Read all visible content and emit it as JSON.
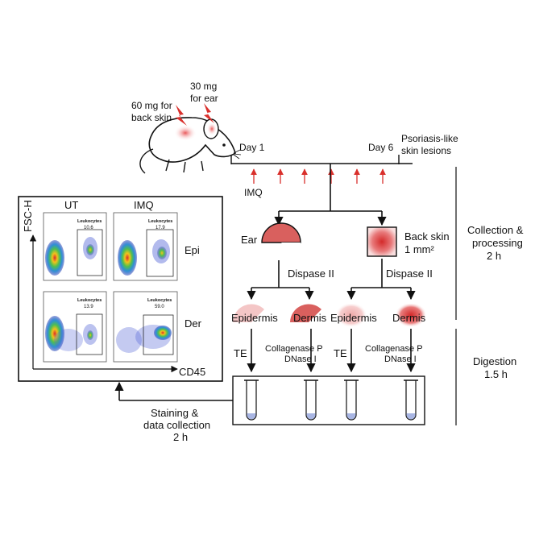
{
  "dosing": {
    "back_label_1": "60 mg for",
    "back_label_2": "back skin",
    "ear_label_1": "30 mg",
    "ear_label_2": "for ear"
  },
  "timeline": {
    "day_start": "Day 1",
    "day_end": "Day 6",
    "drug": "IMQ",
    "outcome_1": "Psoriasis-like",
    "outcome_2": "skin lesions",
    "arrow_color": "#d9302c"
  },
  "tissues": {
    "ear": "Ear",
    "back_skin": "Back skin",
    "back_skin_area": "1 mm²",
    "dispase_left": "Dispase II",
    "dispase_right": "Dispase II",
    "epidermis": "Epidermis",
    "dermis": "Dermis"
  },
  "reagents": {
    "te": "TE",
    "collagenase_1": "Collagenase P",
    "collagenase_2": "DNase I"
  },
  "phases": {
    "collection_1": "Collection &",
    "collection_2": "processing",
    "collection_time": "2 h",
    "digestion_1": "Digestion",
    "digestion_time": "1.5 h",
    "staining_1": "Staining &",
    "staining_2": "data collection",
    "staining_time": "2 h"
  },
  "flow": {
    "col_ut": "UT",
    "col_imq": "IMQ",
    "row_epi": "Epi",
    "row_der": "Der",
    "y_axis": "FSC-H",
    "x_axis": "CD45",
    "gate_label": "Leukocytes",
    "values": {
      "epi_ut": "10.6",
      "epi_imq": "17.9",
      "der_ut": "13.9",
      "der_imq": "59.0"
    }
  }
}
